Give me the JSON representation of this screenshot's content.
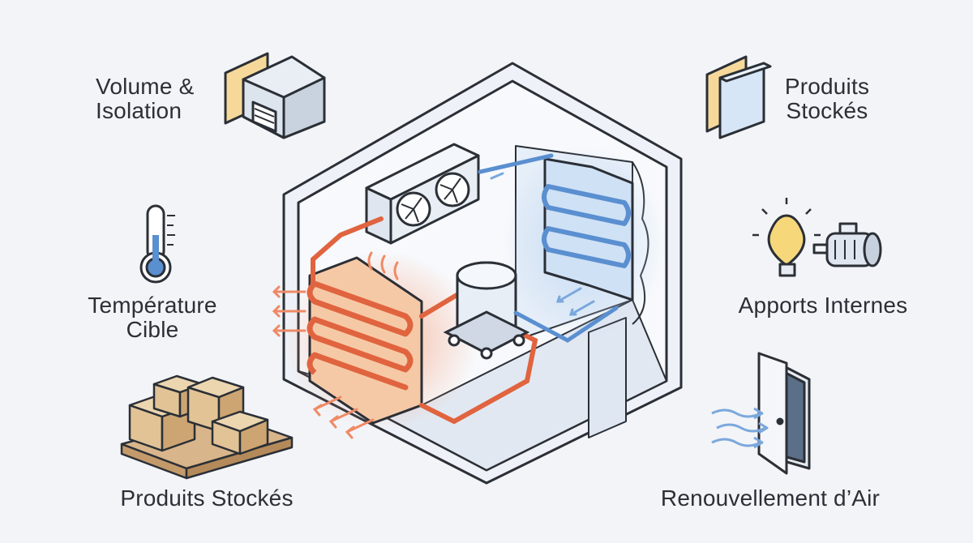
{
  "labels": {
    "volume": [
      "Volume &",
      "Isolation"
    ],
    "temperature": [
      "Température",
      "Cible"
    ],
    "produits_left": "Produits Stockés",
    "produits_right": [
      "Produits",
      "Stockés"
    ],
    "apports": "Apports Internes",
    "air": "Renouvellement d’Air"
  },
  "icons": {
    "volume": "warehouse-insulation-icon",
    "temperature": "thermometer-icon",
    "produits_left": "pallet-boxes-icon",
    "produits_right": "stacked-panels-icon",
    "apports": "lightbulb-motor-icon",
    "air": "open-door-airflow-icon",
    "center": "cold-room-refrigeration-icon"
  },
  "colors": {
    "hot": "#e0643f",
    "cold": "#5a8fd0",
    "outline": "#2b2f36",
    "wall": "#e9eef6"
  }
}
